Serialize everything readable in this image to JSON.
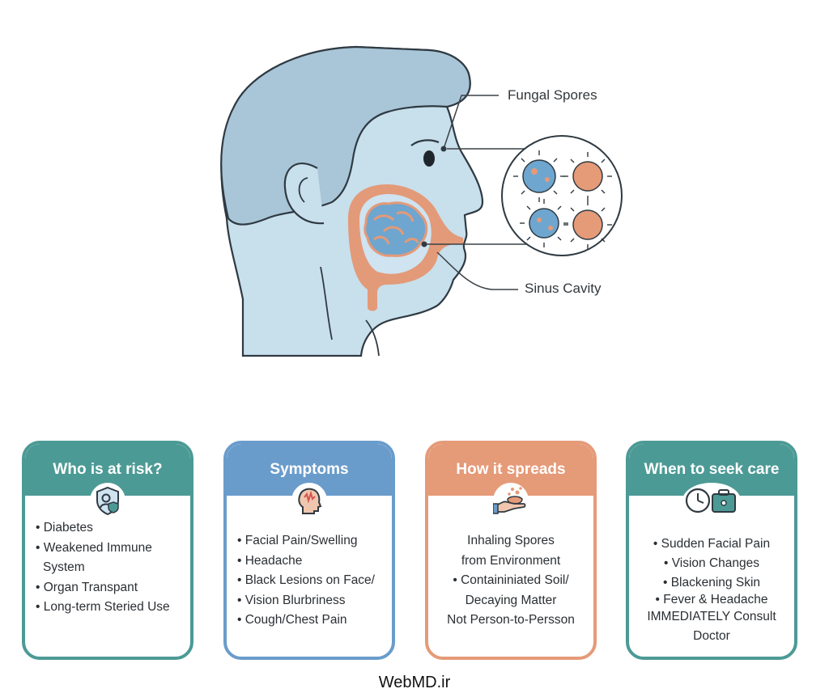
{
  "colors": {
    "skin": "#c8dfec",
    "skin_outline": "#2f3a42",
    "hair": "#a9c6d8",
    "sinus": "#e39a78",
    "brain": "#6ea6cf",
    "teal": "#4c9a95",
    "blue": "#6a9ccb",
    "coral": "#e59a78"
  },
  "diagram": {
    "label_spores": "Fungal Spores",
    "label_sinus": "Sinus Cavity"
  },
  "cards": [
    {
      "title": "Who is at risk?",
      "icon": "shield-person-icon",
      "color": "#4c9a95",
      "items": [
        "Diabetes",
        "Weakened Immune System",
        "Organ Transpant",
        "Long-term Steried Use"
      ]
    },
    {
      "title": "Symptoms",
      "icon": "head-pain-icon",
      "color": "#6a9ccb",
      "items": [
        "Facial Pain/Swelling",
        "Headache",
        "Black Lesions on Face/",
        "Vision Blurbriness",
        "Cough/Chest Pain"
      ]
    },
    {
      "title": "How it spreads",
      "icon": "hand-spores-icon",
      "color": "#e59a78",
      "lines": [
        "Inhaling Spores",
        "from Environment",
        "• Containiniated Soil/",
        "Decaying Matter",
        "Not Person-to-Persson"
      ]
    },
    {
      "title": "When to seek care",
      "icon": "clock-briefcase-icon",
      "color": "#4c9a95",
      "items": [
        "Sudden Facial Pain",
        "Vision Changes",
        "Blackening Skin",
        "Fever & Headache"
      ],
      "alert": "IMMEDIATELY Consult Doctor"
    }
  ],
  "footer": "WebMD.ir"
}
